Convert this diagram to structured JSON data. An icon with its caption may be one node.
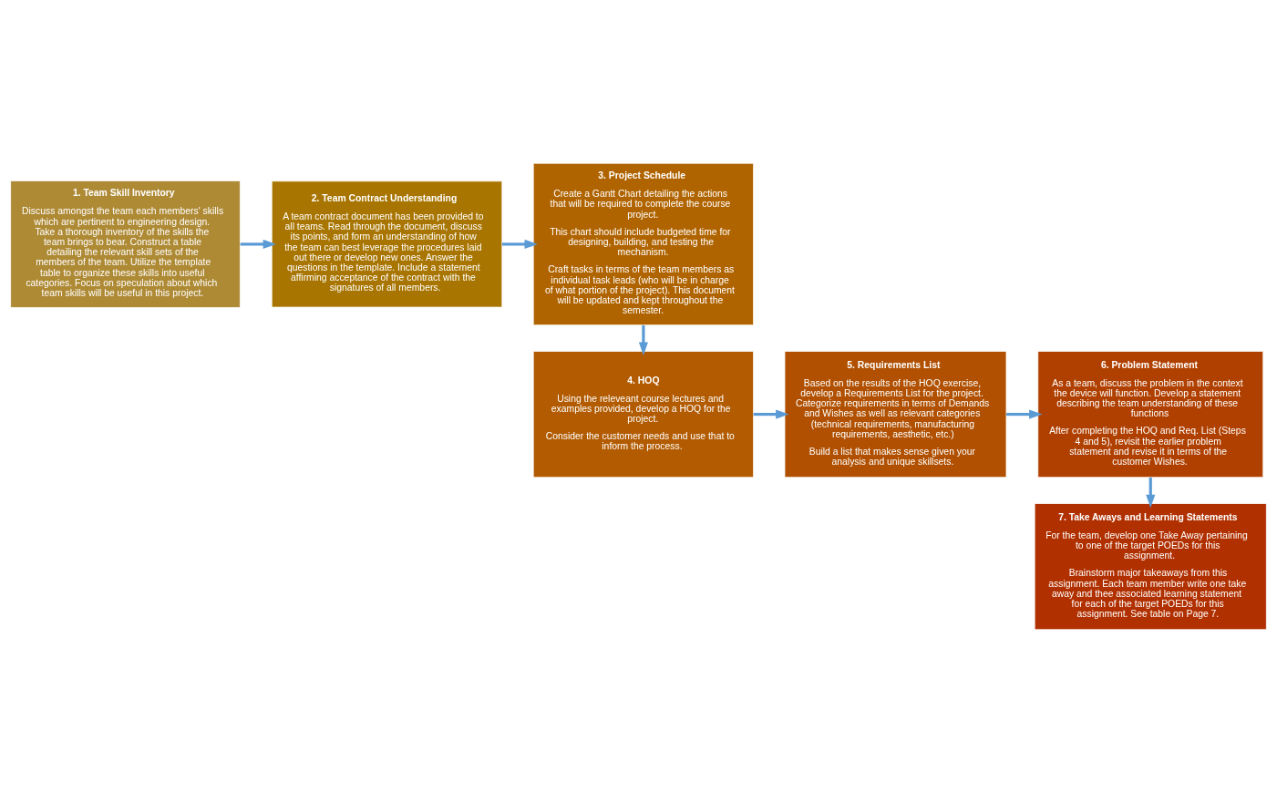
{
  "diagram": {
    "nodes": [
      {
        "text": [
          "1. Team Skill Inventory",
          "Discuss amongst the team each members' skills which are pertinent to engineering design. Take a thorough inventory of the skills the team brings to bear. Construct a table detailing the relevant skill sets of the members of the team. Utilize the template table to organize these skills into useful categories. Focus on speculation about which team skills will be useful in this project."
        ]
      },
      {
        "text": [
          "2. Team Contract Understanding",
          "A team contract document has been provided to all teams. Read through the document, discuss its points, and form an understanding of how the team can best leverage the procedures laid out there or develop new ones. Answer the questions in the template. Include a statement affirming acceptance of the contract with the signatures of all members."
        ]
      },
      {
        "text": [
          "3. Project Schedule",
          "Create a Gantt Chart detailing the actions that will be required to complete the course project.",
          "This chart should include budgeted time for designing, building, and testing the mechanism.",
          "Craft tasks in terms of the team members as individual task leads (who will be in charge of what portion of the project). This document will be updated and kept throughout the semester."
        ]
      },
      {
        "text": [
          "4. HOQ",
          "Using the releveant course lectures and examples provided, develop a HOQ for the project.",
          "Consider the customer needs and use that to inform the process."
        ]
      },
      {
        "text": [
          "5. Requirements List",
          "Based on the results of the HOQ exercise, develop a Requirements List for the project. Categorize requirements in terms of Demands and Wishes as well as relevant categories (technical requirements, manufacturing requirements, aesthetic, etc.)",
          "Build a list that makes sense given your analysis and unique skillsets."
        ]
      },
      {
        "text": [
          "6. Problem Statement",
          "As a team, discuss the problem in the context the device will function. Develop a statement describing the team understanding of these functions",
          "After completing the HOQ and Req. List (Steps 4 and 5), revisit the earlier problem statement and revise it in terms of the customer Wishes."
        ]
      },
      {
        "text": [
          "7. Take Aways and Learning Statements",
          "For the team, develop one Take Away pertaining to one of the target POEDs for this assignment.",
          "Brainstorm major takeaways from this assignment. Each team member write one take away and thee associated learning statement for each of the target POEDs for this assignment. See table on Page 7."
        ]
      }
    ],
    "edges": [
      {
        "from": 0,
        "to": 1,
        "arrow": "to"
      },
      {
        "from": 1,
        "to": 2,
        "arrow": "to"
      },
      {
        "from": 2,
        "to": 3,
        "arrow": "to"
      },
      {
        "from": 3,
        "to": 4,
        "arrow": "to"
      },
      {
        "from": 4,
        "to": 5,
        "arrow": "to"
      },
      {
        "from": 5,
        "to": 6,
        "arrow": "to"
      }
    ]
  }
}
